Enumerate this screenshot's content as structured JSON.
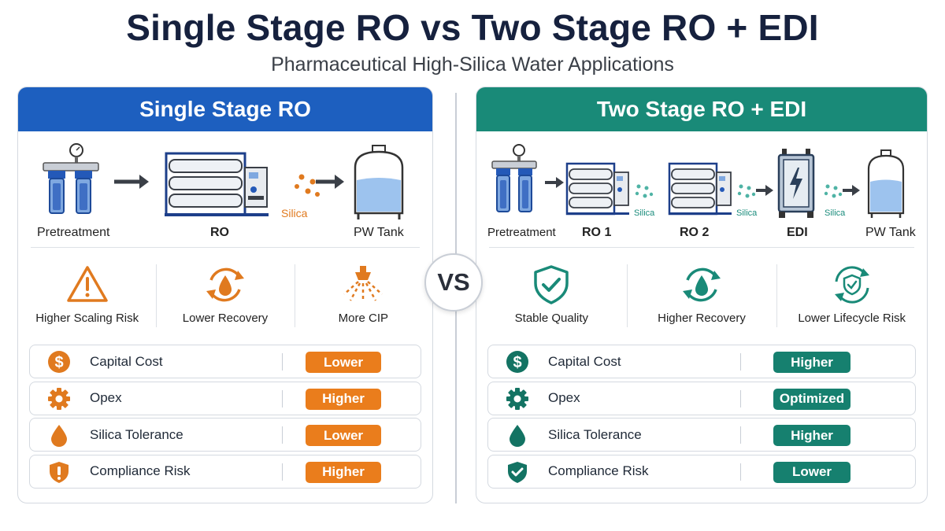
{
  "title": "Single Stage RO vs Two Stage RO + EDI",
  "subtitle": "Pharmaceutical High-Silica Water Applications",
  "vs_label": "VS",
  "colors": {
    "left_accent": "#1d5fbf",
    "right_accent": "#198a78",
    "left_badge": "#ea7d1c",
    "right_badge": "#16806f"
  },
  "left": {
    "heading": "Single Stage RO",
    "flow": {
      "pretreatment": "Pretreatment",
      "ro": "RO",
      "silica": "Silica",
      "tank": "PW Tank"
    },
    "benefits": [
      {
        "label": "Higher Scaling Risk",
        "icon": "warning-icon"
      },
      {
        "label": "Lower Recovery",
        "icon": "recycle-drop-icon"
      },
      {
        "label": "More CIP",
        "icon": "spray-nozzle-icon"
      }
    ],
    "rows": [
      {
        "label": "Capital Cost",
        "value": "Lower",
        "icon": "dollar-icon"
      },
      {
        "label": "Opex",
        "value": "Higher",
        "icon": "gear-icon"
      },
      {
        "label": "Silica Tolerance",
        "value": "Lower",
        "icon": "drop-icon"
      },
      {
        "label": "Compliance Risk",
        "value": "Higher",
        "icon": "alert-shield-icon"
      }
    ]
  },
  "right": {
    "heading": "Two Stage RO + EDI",
    "flow": {
      "pretreatment": "Pretreatment",
      "ro1": "RO 1",
      "ro2": "RO 2",
      "edi": "EDI",
      "silica": "Silica",
      "tank": "PW Tank"
    },
    "benefits": [
      {
        "label": "Stable Quality",
        "icon": "shield-check-icon"
      },
      {
        "label": "Higher Recovery",
        "icon": "recycle-drop-icon"
      },
      {
        "label": "Lower Lifecycle Risk",
        "icon": "cycle-shield-icon"
      }
    ],
    "rows": [
      {
        "label": "Capital Cost",
        "value": "Higher",
        "icon": "dollar-icon"
      },
      {
        "label": "Opex",
        "value": "Optimized",
        "icon": "gear-icon"
      },
      {
        "label": "Silica Tolerance",
        "value": "Higher",
        "icon": "drop-icon"
      },
      {
        "label": "Compliance Risk",
        "value": "Lower",
        "icon": "check-shield-icon"
      }
    ]
  }
}
